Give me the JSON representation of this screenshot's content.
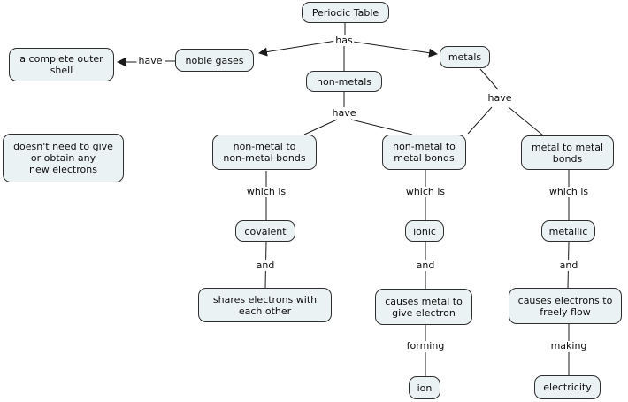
{
  "colors": {
    "background": "#ffffff",
    "node_fill": "#ebf2f3",
    "node_border": "#2e2e2e",
    "line": "#1a1a1a"
  },
  "nodes": [
    {
      "id": "periodic-table",
      "label": "Periodic Table"
    },
    {
      "id": "complete-outer-shell",
      "label": "a complete outer\nshell"
    },
    {
      "id": "noble-gases",
      "label": "noble gases"
    },
    {
      "id": "metals",
      "label": "metals"
    },
    {
      "id": "non-metals",
      "label": "non-metals"
    },
    {
      "id": "doesnt-need-electrons",
      "label": "doesn't need to give\nor obtain any\nnew electrons"
    },
    {
      "id": "non-metal-to-non-metal-bonds",
      "label": "non-metal to\nnon-metal bonds"
    },
    {
      "id": "non-metal-to-metal-bonds",
      "label": "non-metal to\nmetal bonds"
    },
    {
      "id": "metal-to-metal-bonds",
      "label": "metal to metal\nbonds"
    },
    {
      "id": "covalent",
      "label": "covalent"
    },
    {
      "id": "ionic",
      "label": "ionic"
    },
    {
      "id": "metallic",
      "label": "metallic"
    },
    {
      "id": "shares-electrons",
      "label": "shares electrons with\neach other"
    },
    {
      "id": "causes-metal-give-electron",
      "label": "causes metal to\ngive electron"
    },
    {
      "id": "causes-electrons-freely-flow",
      "label": "causes electrons to\nfreely flow"
    },
    {
      "id": "ion",
      "label": "ion"
    },
    {
      "id": "electricity",
      "label": "electricity"
    }
  ],
  "edge_labels": [
    {
      "text": "has"
    },
    {
      "text": "have"
    },
    {
      "text": "have"
    },
    {
      "text": "have"
    },
    {
      "text": "which is"
    },
    {
      "text": "which is"
    },
    {
      "text": "which is"
    },
    {
      "text": "and"
    },
    {
      "text": "and"
    },
    {
      "text": "and"
    },
    {
      "text": "forming"
    },
    {
      "text": "making"
    }
  ]
}
